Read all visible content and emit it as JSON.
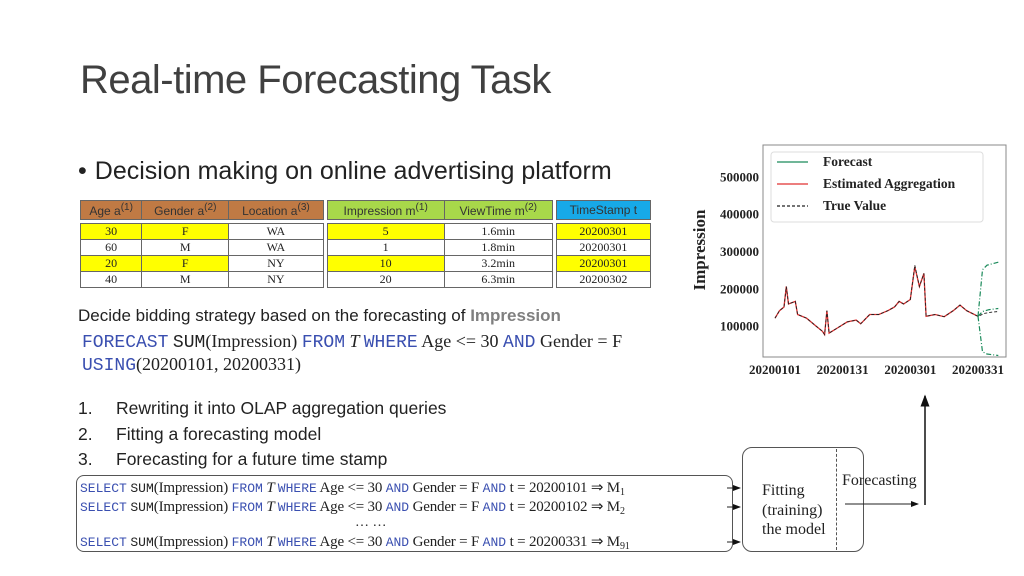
{
  "title": "Real-time Forecasting Task",
  "bullet": "Decision making on online advertising platform",
  "table": {
    "headers": [
      {
        "label": "Age a",
        "sup": "(1)"
      },
      {
        "label": "Gender a",
        "sup": "(2)"
      },
      {
        "label": "Location a",
        "sup": "(3)"
      },
      {
        "label": "Impression m",
        "sup": "(1)"
      },
      {
        "label": "ViewTime m",
        "sup": "(2)"
      },
      {
        "label": "TimeStamp t",
        "sup": ""
      }
    ],
    "rows": [
      [
        "30",
        "F",
        "WA",
        "5",
        "1.6min",
        "20200301"
      ],
      [
        "60",
        "M",
        "WA",
        "1",
        "1.8min",
        "20200301"
      ],
      [
        "20",
        "F",
        "NY",
        "10",
        "3.2min",
        "20200301"
      ],
      [
        "40",
        "M",
        "NY",
        "20",
        "6.3min",
        "20200302"
      ]
    ],
    "header_colors": {
      "dimension": "#c07a44",
      "measure": "#a8d84a",
      "time": "#17a9e8",
      "highlight": "#ffff00"
    }
  },
  "decide": {
    "text": "Decide bidding strategy based on the forecasting of ",
    "highlight": "Impression"
  },
  "forecast_query": {
    "l1_kw": "FORECAST",
    "l1_fn": "SUM",
    "l1_a": "(Impression) ",
    "l1_from": "FROM",
    "l1_t": " T ",
    "l1_where": "WHERE",
    "l1_b": " Age <= 30 ",
    "l1_and": "AND",
    "l1_c": " Gender = F",
    "l2_kw": "USING",
    "l2_a": "(20200101, 20200331)"
  },
  "steps": [
    {
      "n": "1.",
      "text": "Rewriting it into OLAP aggregation queries"
    },
    {
      "n": "2.",
      "text": "Fitting a forecasting model"
    },
    {
      "n": "3.",
      "text": "Forecasting for a future time stamp"
    }
  ],
  "queries": [
    {
      "select": "SELECT",
      "sum": "SUM",
      "a": "(Impression) ",
      "from": "FROM",
      "t": " T ",
      "where": "WHERE",
      "b": " Age <= 30 ",
      "and1": "AND",
      "c": " Gender = F ",
      "and2": "AND",
      "d": " t = 20200101 ⇒ M",
      "sub": "1"
    },
    {
      "select": "SELECT",
      "sum": "SUM",
      "a": "(Impression) ",
      "from": "FROM",
      "t": " T ",
      "where": "WHERE",
      "b": " Age <= 30 ",
      "and1": "AND",
      "c": " Gender = F ",
      "and2": "AND",
      "d": " t = 20200102 ⇒ M",
      "sub": "2"
    },
    {
      "select": "SELECT",
      "sum": "SUM",
      "a": "(Impression) ",
      "from": "FROM",
      "t": " T ",
      "where": "WHERE",
      "b": " Age <= 30 ",
      "and1": "AND",
      "c": " Gender = F ",
      "and2": "AND",
      "d": " t = 20200331 ⇒ M",
      "sub": "91"
    }
  ],
  "ellipsis": "… …",
  "model": {
    "l1": "Fitting",
    "l2": "(training)",
    "l3": "the model",
    "forecasting": "Forecasting"
  },
  "chart_data": {
    "type": "line",
    "ylabel": "Impression",
    "yticks": [
      100000,
      200000,
      300000,
      400000,
      500000
    ],
    "xticks": [
      "20200101",
      "20200131",
      "20200301",
      "20200331"
    ],
    "ylim": [
      0,
      580000
    ],
    "xlim": [
      "20200101",
      "20200410"
    ],
    "legend_position": "top",
    "series": [
      {
        "name": "Forecast",
        "color": "#1a8a5a",
        "style": "dashdot",
        "bands": {
          "upper": [
            [
              "20200331",
              125000
            ],
            [
              "20200402",
              250000
            ],
            [
              "20200404",
              262000
            ],
            [
              "20200409",
              270000
            ]
          ],
          "mid": [
            [
              "20200331",
              125000
            ],
            [
              "20200402",
              138000
            ],
            [
              "20200405",
              143000
            ],
            [
              "20200409",
              146000
            ]
          ],
          "lower": [
            [
              "20200331",
              125000
            ],
            [
              "20200402",
              30000
            ],
            [
              "20200404",
              24000
            ],
            [
              "20200409",
              20000
            ]
          ]
        }
      },
      {
        "name": "Estimated Aggregation",
        "color": "#e03030",
        "style": "solid",
        "points": [
          [
            "20200101",
            120000
          ],
          [
            "20200103",
            140000
          ],
          [
            "20200105",
            150000
          ],
          [
            "20200106",
            205000
          ],
          [
            "20200107",
            158000
          ],
          [
            "20200110",
            165000
          ],
          [
            "20200111",
            130000
          ],
          [
            "20200115",
            120000
          ],
          [
            "20200119",
            100000
          ],
          [
            "20200122",
            85000
          ],
          [
            "20200123",
            76000
          ],
          [
            "20200124",
            140000
          ],
          [
            "20200125",
            80000
          ],
          [
            "20200129",
            95000
          ],
          [
            "20200202",
            110000
          ],
          [
            "20200206",
            115000
          ],
          [
            "20200208",
            105000
          ],
          [
            "20200212",
            130000
          ],
          [
            "20200216",
            130000
          ],
          [
            "20200220",
            140000
          ],
          [
            "20200223",
            150000
          ],
          [
            "20200225",
            165000
          ],
          [
            "20200227",
            158000
          ],
          [
            "20200301",
            170000
          ],
          [
            "20200303",
            258000
          ],
          [
            "20200305",
            205000
          ],
          [
            "20200307",
            240000
          ],
          [
            "20200308",
            125000
          ],
          [
            "20200312",
            130000
          ],
          [
            "20200316",
            124000
          ],
          [
            "20200320",
            140000
          ],
          [
            "20200323",
            155000
          ],
          [
            "20200326",
            140000
          ],
          [
            "20200331",
            125000
          ]
        ]
      },
      {
        "name": "True Value",
        "color": "#222222",
        "style": "dashed",
        "points": [
          [
            "20200101",
            120000
          ],
          [
            "20200103",
            140000
          ],
          [
            "20200105",
            150000
          ],
          [
            "20200106",
            205000
          ],
          [
            "20200107",
            158000
          ],
          [
            "20200110",
            165000
          ],
          [
            "20200111",
            130000
          ],
          [
            "20200115",
            120000
          ],
          [
            "20200119",
            100000
          ],
          [
            "20200122",
            85000
          ],
          [
            "20200123",
            76000
          ],
          [
            "20200124",
            140000
          ],
          [
            "20200125",
            80000
          ],
          [
            "20200129",
            95000
          ],
          [
            "20200202",
            110000
          ],
          [
            "20200206",
            115000
          ],
          [
            "20200208",
            105000
          ],
          [
            "20200212",
            130000
          ],
          [
            "20200216",
            130000
          ],
          [
            "20200220",
            140000
          ],
          [
            "20200223",
            150000
          ],
          [
            "20200225",
            165000
          ],
          [
            "20200227",
            158000
          ],
          [
            "20200301",
            170000
          ],
          [
            "20200303",
            262000
          ],
          [
            "20200305",
            205000
          ],
          [
            "20200307",
            240000
          ],
          [
            "20200308",
            125000
          ],
          [
            "20200312",
            130000
          ],
          [
            "20200316",
            124000
          ],
          [
            "20200320",
            140000
          ],
          [
            "20200323",
            155000
          ],
          [
            "20200326",
            140000
          ],
          [
            "20200331",
            125000
          ],
          [
            "20200403",
            133000
          ],
          [
            "20200406",
            136000
          ],
          [
            "20200409",
            138000
          ]
        ]
      }
    ]
  }
}
